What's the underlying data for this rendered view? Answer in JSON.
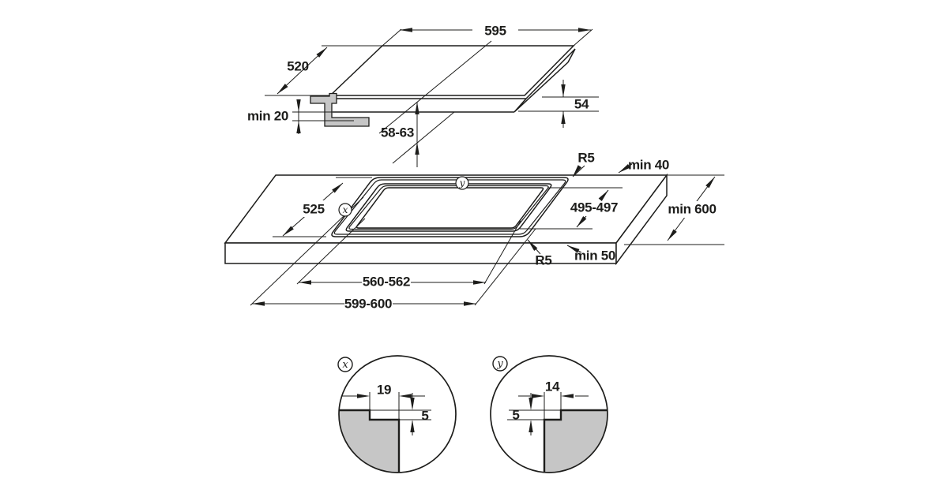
{
  "diagram": {
    "title_semantic": "hob-installation-drawing",
    "colors": {
      "line": "#1d1d1b",
      "material_fill": "#c6c6c6",
      "background": "#ffffff"
    },
    "top": {
      "width": "595",
      "depth": "520",
      "min_clearance_below": "min 20",
      "build_in_depth": "58-63",
      "height": "54"
    },
    "cutout": {
      "depth": "525",
      "inner_depth": "495-497",
      "inner_width": "560-562",
      "width": "599-600",
      "min_rear": "min 40",
      "min_worktop_depth": "min 600",
      "min_front": "min 50",
      "radius_rear": "R5",
      "radius_front": "R5",
      "marker_x": "x",
      "marker_y": "y"
    },
    "detail_x": {
      "marker": "x",
      "width": "19",
      "depth": "5"
    },
    "detail_y": {
      "marker": "y",
      "width": "14",
      "depth": "5"
    }
  }
}
